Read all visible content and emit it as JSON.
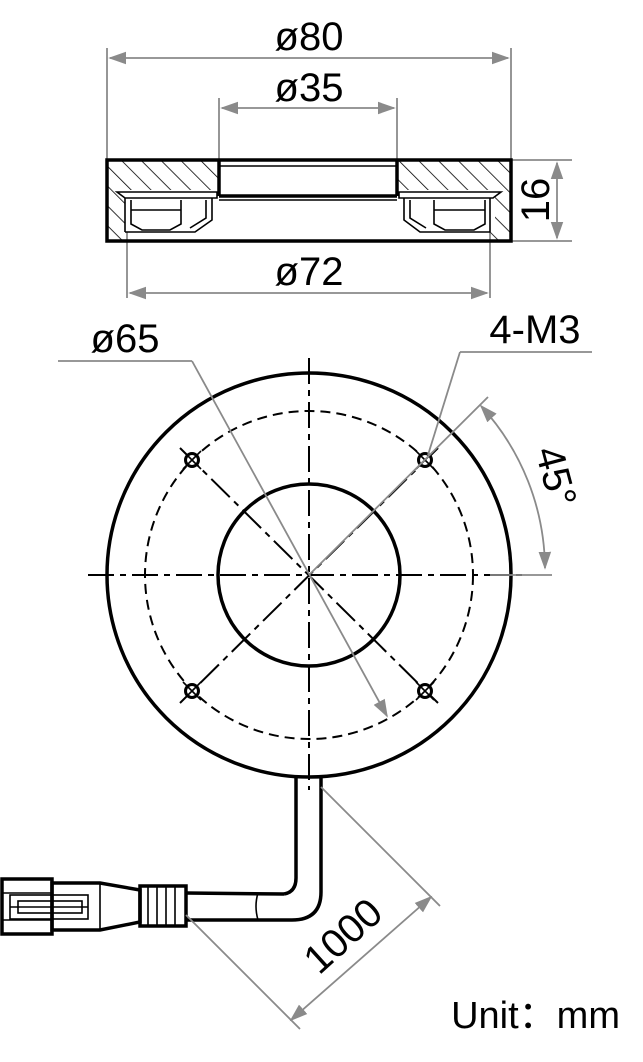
{
  "drawing": {
    "side_view": {
      "outer_diameter": "ø80",
      "inner_diameter": "ø35",
      "mount_diameter": "ø72",
      "height": "16"
    },
    "top_view": {
      "circle_diameter": "ø65",
      "holes": "4-M3",
      "angle": "45°"
    },
    "cable": {
      "length": "1000"
    },
    "unit": "Unit：mm"
  }
}
